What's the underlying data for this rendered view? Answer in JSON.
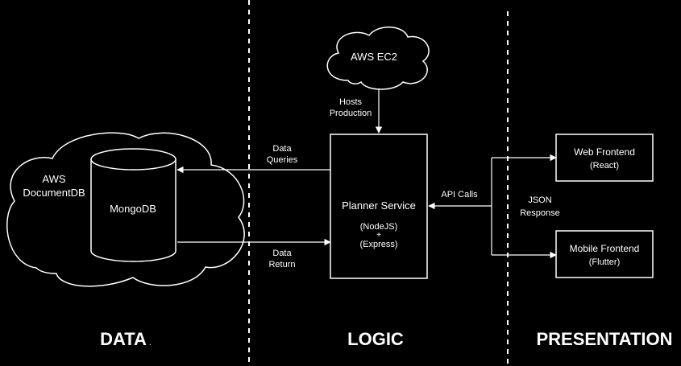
{
  "colors": {
    "background": "#000000",
    "stroke": "#ffffff",
    "text": "#ffffff"
  },
  "sections": {
    "data": "DATA",
    "data_mark": ".",
    "logic": "LOGIC",
    "presentation": "PRESENTATION"
  },
  "nodes": {
    "ec2": {
      "label": "AWS EC2"
    },
    "documentdb": {
      "line1": "AWS",
      "line2": "DocumentDB"
    },
    "mongodb": {
      "label": "MongoDB"
    },
    "planner": {
      "title": "Planner Service",
      "line1": "(NodeJS)",
      "line2": "+",
      "line3": "(Express)"
    },
    "web": {
      "title": "Web Frontend",
      "subtitle": "(React)"
    },
    "mobile": {
      "title": "Mobile Frontend",
      "subtitle": "(Flutter)"
    }
  },
  "edges": {
    "hosts": {
      "line1": "Hosts",
      "line2": "Production"
    },
    "queries": {
      "line1": "Data",
      "line2": "Queries"
    },
    "data_return": {
      "line1": "Data",
      "line2": "Return"
    },
    "api_calls": {
      "label": "API Calls"
    },
    "json_response": {
      "line1": "JSON",
      "line2": "Response"
    }
  }
}
